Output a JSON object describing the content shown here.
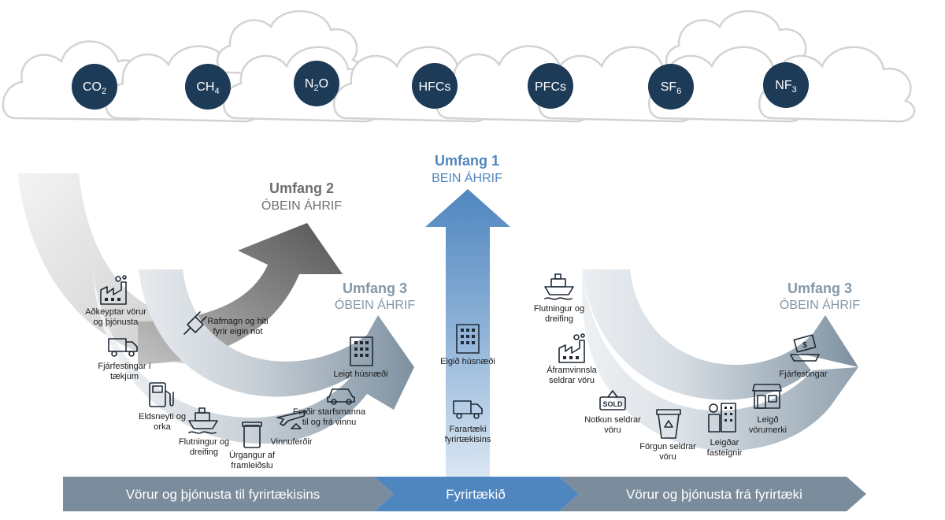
{
  "gases": [
    {
      "base": "CO",
      "sub": "2"
    },
    {
      "base": "CH",
      "sub": "4"
    },
    {
      "base": "N",
      "sub": "2",
      "tail": "O"
    },
    {
      "base": "HFCs",
      "sub": ""
    },
    {
      "base": "PFCs",
      "sub": ""
    },
    {
      "base": "SF",
      "sub": "6"
    },
    {
      "base": "NF",
      "sub": "3"
    }
  ],
  "scope1": {
    "title": "Umfang 1",
    "subtitle": "BEIN ÁHRIF"
  },
  "scope2": {
    "title": "Umfang 2",
    "subtitle": "ÓBEIN ÁHRIF"
  },
  "scope3_left": {
    "title": "Umfang 3",
    "subtitle": "ÓBEIN ÁHRIF"
  },
  "scope3_right": {
    "title": "Umfang 3",
    "subtitle": "ÓBEIN ÁHRIF"
  },
  "upstream_items": [
    {
      "lines": [
        "Aðkeyptar vörur",
        "og þjónusta"
      ],
      "icon": "factory-icon"
    },
    {
      "lines": [
        "Fjárfestingar í",
        "tækjum"
      ],
      "icon": "truck-icon"
    },
    {
      "lines": [
        "Eldsneyti og",
        "orka"
      ],
      "icon": "fuel-pump-icon"
    },
    {
      "lines": [
        "Flutningur og",
        "dreifing"
      ],
      "icon": "ship-icon"
    },
    {
      "lines": [
        "Úrgangur af",
        "framleiðslu"
      ],
      "icon": "trash-bin-icon"
    },
    {
      "lines": [
        "Vinnuferðir"
      ],
      "icon": "plane-icon"
    },
    {
      "lines": [
        "Ferðir starfsmanna",
        "til og frá vinnu"
      ],
      "icon": "car-icon"
    },
    {
      "lines": [
        "Leigt húsnæði"
      ],
      "icon": "building-icon"
    }
  ],
  "scope2_item": {
    "lines": [
      "Rafmagn og hiti",
      "fyrir eigin not"
    ],
    "icon": "electric-plug-icon"
  },
  "scope1_items": [
    {
      "lines": [
        "Eigið húsnæði"
      ],
      "icon": "building-icon"
    },
    {
      "lines": [
        "Farartæki",
        "fyrirtækisins"
      ],
      "icon": "truck-icon"
    }
  ],
  "downstream_items": [
    {
      "lines": [
        "Flutningur og",
        "dreifing"
      ],
      "icon": "ship-icon"
    },
    {
      "lines": [
        "Áframvinnsla",
        "seldrar vöru"
      ],
      "icon": "factory-icon"
    },
    {
      "lines": [
        "Notkun seldrar",
        "vöru"
      ],
      "icon": "sold-sign-icon",
      "badge": "SOLD"
    },
    {
      "lines": [
        "Förgun seldrar",
        "vöru"
      ],
      "icon": "recycle-bin-icon"
    },
    {
      "lines": [
        "Leigðar",
        "fasteignir"
      ],
      "icon": "city-buildings-icon"
    },
    {
      "lines": [
        "Leigð",
        "vörumerki"
      ],
      "icon": "storefront-icon"
    },
    {
      "lines": [
        "Fjárfestingar"
      ],
      "icon": "money-icon"
    }
  ],
  "bottom_bar": {
    "left": "Vörur og þjónusta til fyrirtækisins",
    "middle": "Fyrirtækið",
    "right": "Vörur og þjónusta frá fyrirtæki"
  },
  "colors": {
    "navy": "#1d3a57",
    "scope1": "#4f86bf",
    "scope2": "#6e6e6e",
    "scope3": "#8598a8",
    "bar_side": "#7b8c9c",
    "bar_mid": "#4f86bf",
    "cloud": "#d0d0d0"
  }
}
